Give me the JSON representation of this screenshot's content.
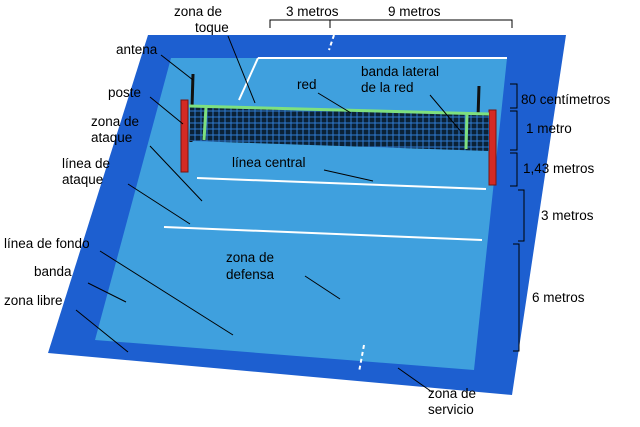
{
  "labels": {
    "zona_de_toque_1": "zona de",
    "zona_de_toque_2": "toque",
    "antena": "antena",
    "poste": "poste",
    "zona_de_ataque_1": "zona de",
    "zona_de_ataque_2": "ataque",
    "linea_de_ataque_1": "línea de",
    "linea_de_ataque_2": "ataque",
    "linea_de_fondo": "línea de fondo",
    "banda": "banda",
    "zona_libre": "zona libre",
    "red": "red",
    "banda_lateral_1": "banda lateral",
    "banda_lateral_2": "de la red",
    "linea_central": "línea central",
    "zona_de_defensa_1": "zona de",
    "zona_de_defensa_2": "defensa",
    "zona_de_servicio_1": "zona de",
    "zona_de_servicio_2": "servicio"
  },
  "dimensions": {
    "width_top_left": "3 metros",
    "width_top_right": "9 metros",
    "net_top": "80 centímetros",
    "net_height": "1 metro",
    "post_below": "1,43 metros",
    "attack_depth": "3 metros",
    "defense_depth": "6 metros"
  },
  "colors": {
    "free_zone": "#1d5fd0",
    "court": "#3fa0de",
    "lines": "#ffffff",
    "post": "#d42a24",
    "net_band": "#7ee07e",
    "net_mesh": "#0b2236"
  }
}
